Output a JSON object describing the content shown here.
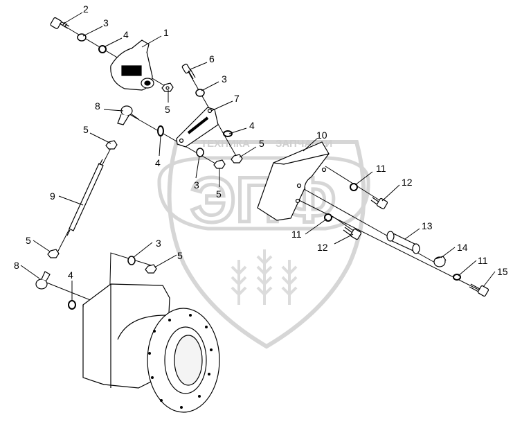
{
  "watermark": {
    "text_left": "ТЕХНИКА",
    "text_right": "ЗАПЧАСТИ",
    "monogram": "ЭПФ",
    "color": "#d6d6d6"
  },
  "callouts": [
    {
      "id": "c1",
      "text": "1"
    },
    {
      "id": "c2",
      "text": "2"
    },
    {
      "id": "c3a",
      "text": "3"
    },
    {
      "id": "c4a",
      "text": "4"
    },
    {
      "id": "c5a",
      "text": "5"
    },
    {
      "id": "c6",
      "text": "6"
    },
    {
      "id": "c3b",
      "text": "3"
    },
    {
      "id": "c7",
      "text": "7"
    },
    {
      "id": "c8a",
      "text": "8"
    },
    {
      "id": "c5b",
      "text": "5"
    },
    {
      "id": "c4b",
      "text": "4"
    },
    {
      "id": "c5c",
      "text": "5"
    },
    {
      "id": "c4c",
      "text": "4"
    },
    {
      "id": "c3c",
      "text": "3"
    },
    {
      "id": "c5d",
      "text": "5"
    },
    {
      "id": "c10",
      "text": "10"
    },
    {
      "id": "c11a",
      "text": "11"
    },
    {
      "id": "c12a",
      "text": "12"
    },
    {
      "id": "c9",
      "text": "9"
    },
    {
      "id": "c11b",
      "text": "11"
    },
    {
      "id": "c12b",
      "text": "12"
    },
    {
      "id": "c13",
      "text": "13"
    },
    {
      "id": "c5e",
      "text": "5"
    },
    {
      "id": "c3d",
      "text": "3"
    },
    {
      "id": "c5f",
      "text": "5"
    },
    {
      "id": "c8b",
      "text": "8"
    },
    {
      "id": "c4d",
      "text": "4"
    },
    {
      "id": "c14",
      "text": "14"
    },
    {
      "id": "c11c",
      "text": "11"
    },
    {
      "id": "c15",
      "text": "15"
    }
  ]
}
